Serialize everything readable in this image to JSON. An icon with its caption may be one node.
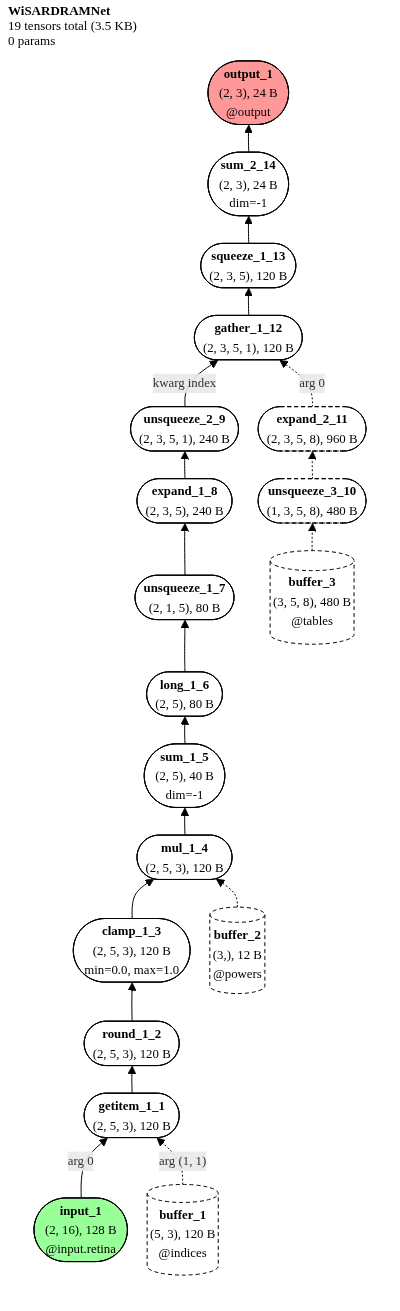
{
  "diagram": {
    "title": "WiSARDRAMNet",
    "nodes": [
      {
        "text": [
          "output_1",
          "(2, 3), 24 B",
          "@output"
        ]
      },
      {
        "text": [
          "sum_2_14",
          "(2, 3), 24 B",
          "dim=-1"
        ]
      },
      {
        "text": [
          "squeeze_1_13",
          "(2, 3, 5), 120 B"
        ]
      },
      {
        "text": [
          "gather_1_12",
          "(2, 3, 5, 1), 120 B"
        ]
      },
      {
        "text": [
          "unsqueeze_2_9",
          "(2, 3, 5, 1), 240 B"
        ]
      },
      {
        "text": [
          "expand_2_11",
          "(2, 3, 5, 8), 960 B"
        ]
      },
      {
        "text": [
          "expand_1_8",
          "(2, 3, 5), 240 B"
        ]
      },
      {
        "text": [
          "unsqueeze_3_10",
          "(1, 3, 5, 8), 480 B"
        ]
      },
      {
        "text": [
          "unsqueeze_1_7",
          "(2, 1, 5), 80 B"
        ]
      },
      {
        "text": [
          "buffer_3",
          "(3, 5, 8), 480 B",
          "@tables"
        ]
      },
      {
        "text": [
          "long_1_6",
          "(2, 5), 80 B"
        ]
      },
      {
        "text": [
          "sum_1_5",
          "(2, 5), 40 B",
          "dim=-1"
        ]
      },
      {
        "text": [
          "mul_1_4",
          "(2, 5, 3), 120 B"
        ]
      },
      {
        "text": [
          "clamp_1_3",
          "(2, 5, 3), 120 B",
          "min=0.0, max=1.0"
        ]
      },
      {
        "text": [
          "buffer_2",
          "(3,), 12 B",
          "@powers"
        ]
      },
      {
        "text": [
          "round_1_2",
          "(2, 5, 3), 120 B"
        ]
      },
      {
        "text": [
          "getitem_1_1",
          "(2, 5, 3), 120 B"
        ]
      },
      {
        "text": [
          "input_1",
          "(2, 16), 128 B",
          "@input.retina"
        ]
      },
      {
        "text": [
          "buffer_1",
          "(5, 3), 120 B",
          "@indices"
        ]
      }
    ],
    "edges": [
      {
        "from": 17,
        "to": 16,
        "arrow": "to",
        "label": "arg 0"
      },
      {
        "from": 18,
        "to": 16,
        "arrow": "to",
        "label": "arg (1, 1)",
        "style": "dashed"
      },
      {
        "from": 16,
        "to": 15,
        "arrow": "to"
      },
      {
        "from": 15,
        "to": 13,
        "arrow": "to"
      },
      {
        "from": 13,
        "to": 12,
        "arrow": "to"
      },
      {
        "from": 14,
        "to": 12,
        "arrow": "to",
        "style": "dashed"
      },
      {
        "from": 12,
        "to": 11,
        "arrow": "to"
      },
      {
        "from": 11,
        "to": 10,
        "arrow": "to"
      },
      {
        "from": 10,
        "to": 8,
        "arrow": "to"
      },
      {
        "from": 8,
        "to": 6,
        "arrow": "to"
      },
      {
        "from": 6,
        "to": 4,
        "arrow": "to"
      },
      {
        "from": 4,
        "to": 3,
        "arrow": "to",
        "label": "kwarg index"
      },
      {
        "from": 9,
        "to": 7,
        "arrow": "to",
        "style": "dashed"
      },
      {
        "from": 7,
        "to": 5,
        "arrow": "to",
        "style": "dashed"
      },
      {
        "from": 5,
        "to": 3,
        "arrow": "to",
        "label": "arg 0",
        "style": "dashed"
      },
      {
        "from": 3,
        "to": 2,
        "arrow": "to"
      },
      {
        "from": 2,
        "to": 1,
        "arrow": "to"
      },
      {
        "from": 1,
        "to": 0,
        "arrow": "to"
      }
    ],
    "labels": [
      "19 tensors total (3.5 KB)",
      "0 params"
    ]
  }
}
